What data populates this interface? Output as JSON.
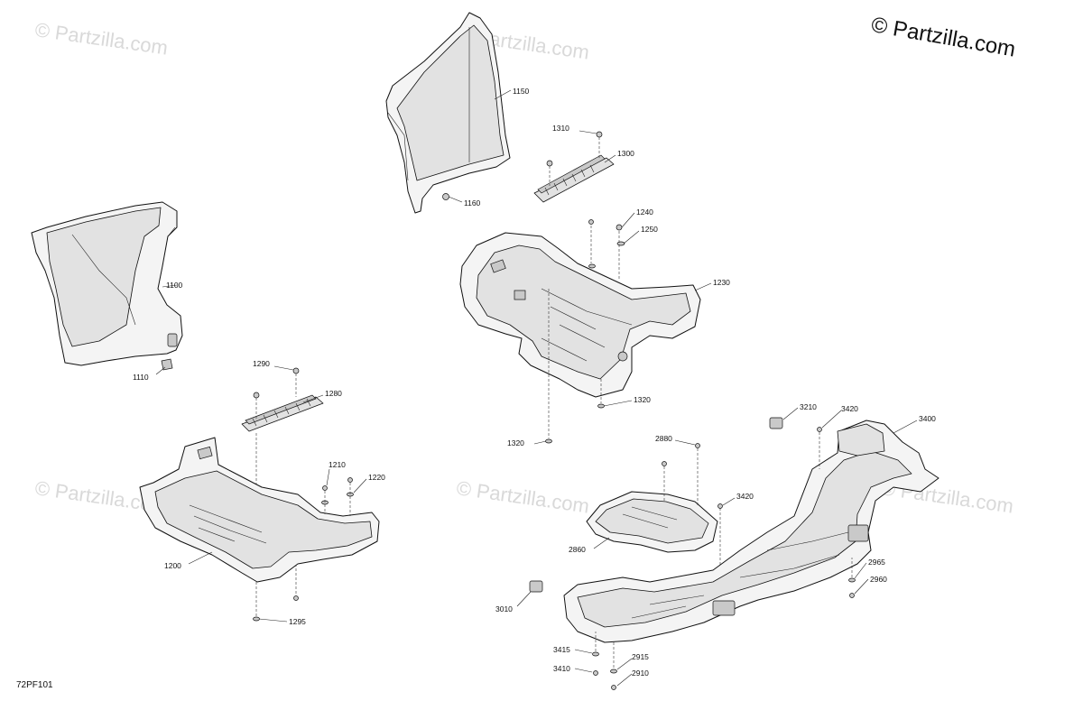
{
  "watermark": {
    "text": "© Partzilla.com",
    "copyright": "© Partzilla.com"
  },
  "diagram_code": "72PF101",
  "callouts": {
    "c1100": "1100",
    "c1110": "1110",
    "c1150": "1150",
    "c1160": "1160",
    "c1200": "1200",
    "c1210": "1210",
    "c1220": "1220",
    "c1230": "1230",
    "c1240": "1240",
    "c1250": "1250",
    "c1280": "1280",
    "c1290": "1290",
    "c1295": "1295",
    "c1300": "1300",
    "c1310": "1310",
    "c1320a": "1320",
    "c1320b": "1320",
    "c2860": "2860",
    "c2880": "2880",
    "c2910": "2910",
    "c2915": "2915",
    "c2960": "2960",
    "c2965": "2965",
    "c3010": "3010",
    "c3210": "3210",
    "c3400": "3400",
    "c3410": "3410",
    "c3415": "3415",
    "c3420a": "3420",
    "c3420b": "3420"
  }
}
